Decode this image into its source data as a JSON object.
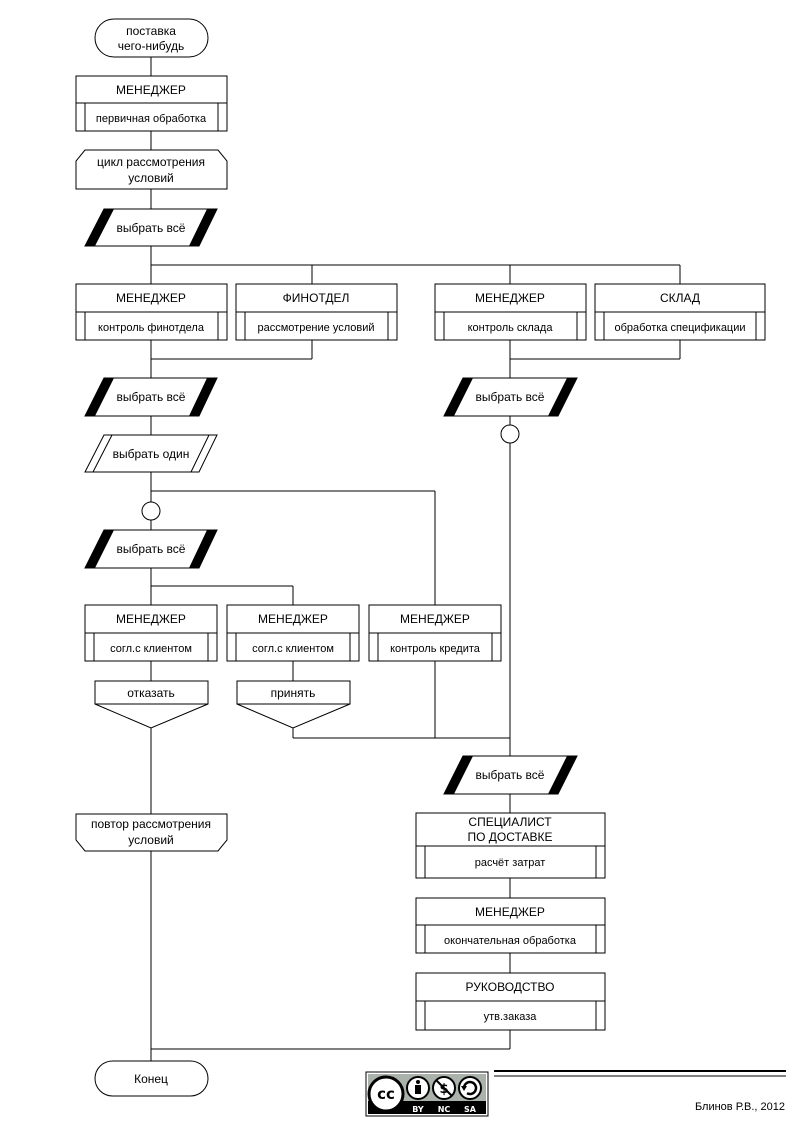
{
  "start": {
    "line1": "поставка",
    "line2": "чего-нибудь"
  },
  "end": {
    "label": "Конец"
  },
  "proc_initial": {
    "role": "МЕНЕДЖЕР",
    "action": "первичная обработка"
  },
  "loop_start": {
    "line1": "цикл рассмотрения",
    "line2": "условий"
  },
  "select_all_label": "выбрать всё",
  "select_one_label": "выбрать один",
  "proc_finance_control": {
    "role": "МЕНЕДЖЕР",
    "action": "контроль финотдела"
  },
  "proc_finance_conditions": {
    "role": "ФИНОТДЕЛ",
    "action": "рассмотрение условий"
  },
  "proc_warehouse_control": {
    "role": "МЕНЕДЖЕР",
    "action": "контроль склада"
  },
  "proc_warehouse_spec": {
    "role": "СКЛАД",
    "action": "обработка спецификации"
  },
  "proc_agree_1": {
    "role": "МЕНЕДЖЕР",
    "action": "согл.с клиентом"
  },
  "proc_agree_2": {
    "role": "МЕНЕДЖЕР",
    "action": "согл.с клиентом"
  },
  "proc_credit": {
    "role": "МЕНЕДЖЕР",
    "action": "контроль кредита"
  },
  "outcome_refuse": {
    "label": "отказать"
  },
  "outcome_accept": {
    "label": "принять"
  },
  "loop_end": {
    "line1": "повтор рассмотрения",
    "line2": "условий"
  },
  "proc_delivery": {
    "role_line1": "СПЕЦИАЛИСТ",
    "role_line2": "ПО ДОСТАВКЕ",
    "action": "расчёт затрат"
  },
  "proc_final": {
    "role": "МЕНЕДЖЕР",
    "action": "окончательная обработка"
  },
  "proc_approve": {
    "role": "РУКОВОДСТВО",
    "action": "утв.заказа"
  },
  "license": {
    "cc": "cc",
    "by": "BY",
    "nc": "NC",
    "sa": "SA"
  },
  "author": "Блинов Р.В., 2012"
}
